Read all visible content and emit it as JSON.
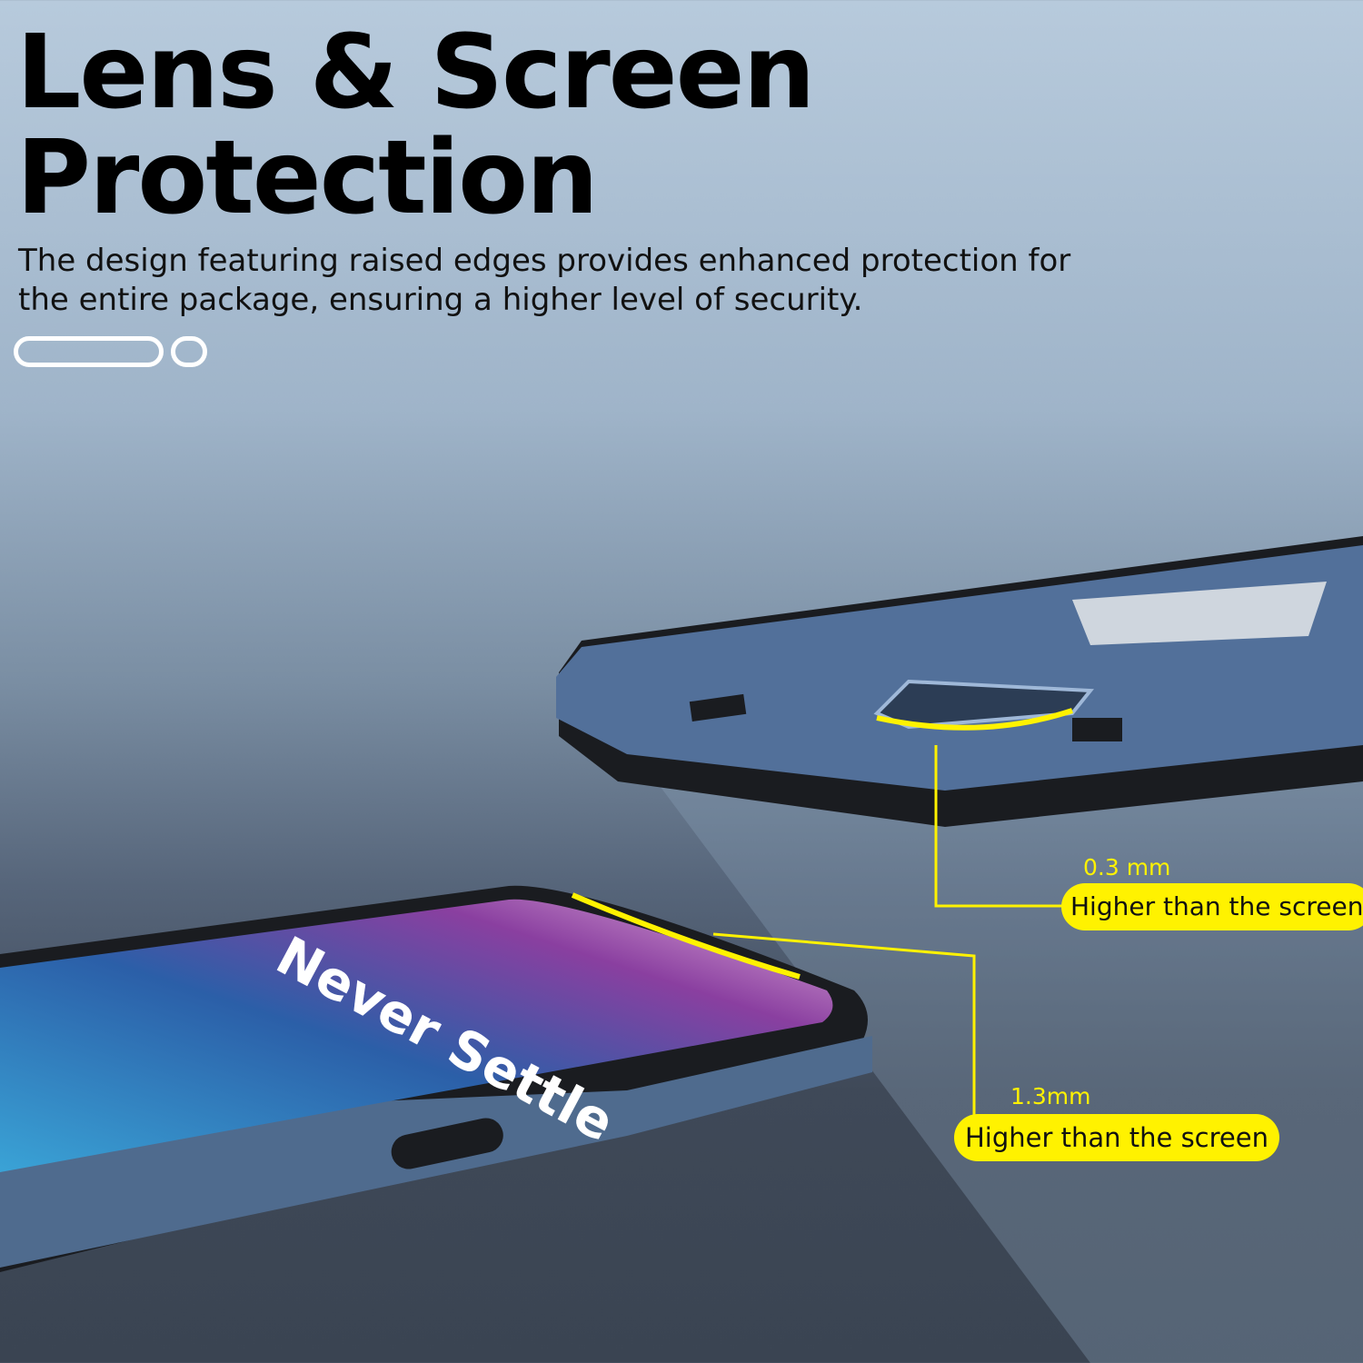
{
  "headline": "Lens & Screen\nProtection",
  "description": "The design featuring raised edges provides enhanced protection for the entire package, ensuring a higher level of security.",
  "screen_text": "Never Settle",
  "callouts": [
    {
      "value": "0.3 mm",
      "label": "Higher than the screen"
    },
    {
      "value": "1.3mm",
      "label": "Higher than the screen"
    }
  ],
  "colors": {
    "accent": "#fff200",
    "case": "#4f6b8e"
  }
}
